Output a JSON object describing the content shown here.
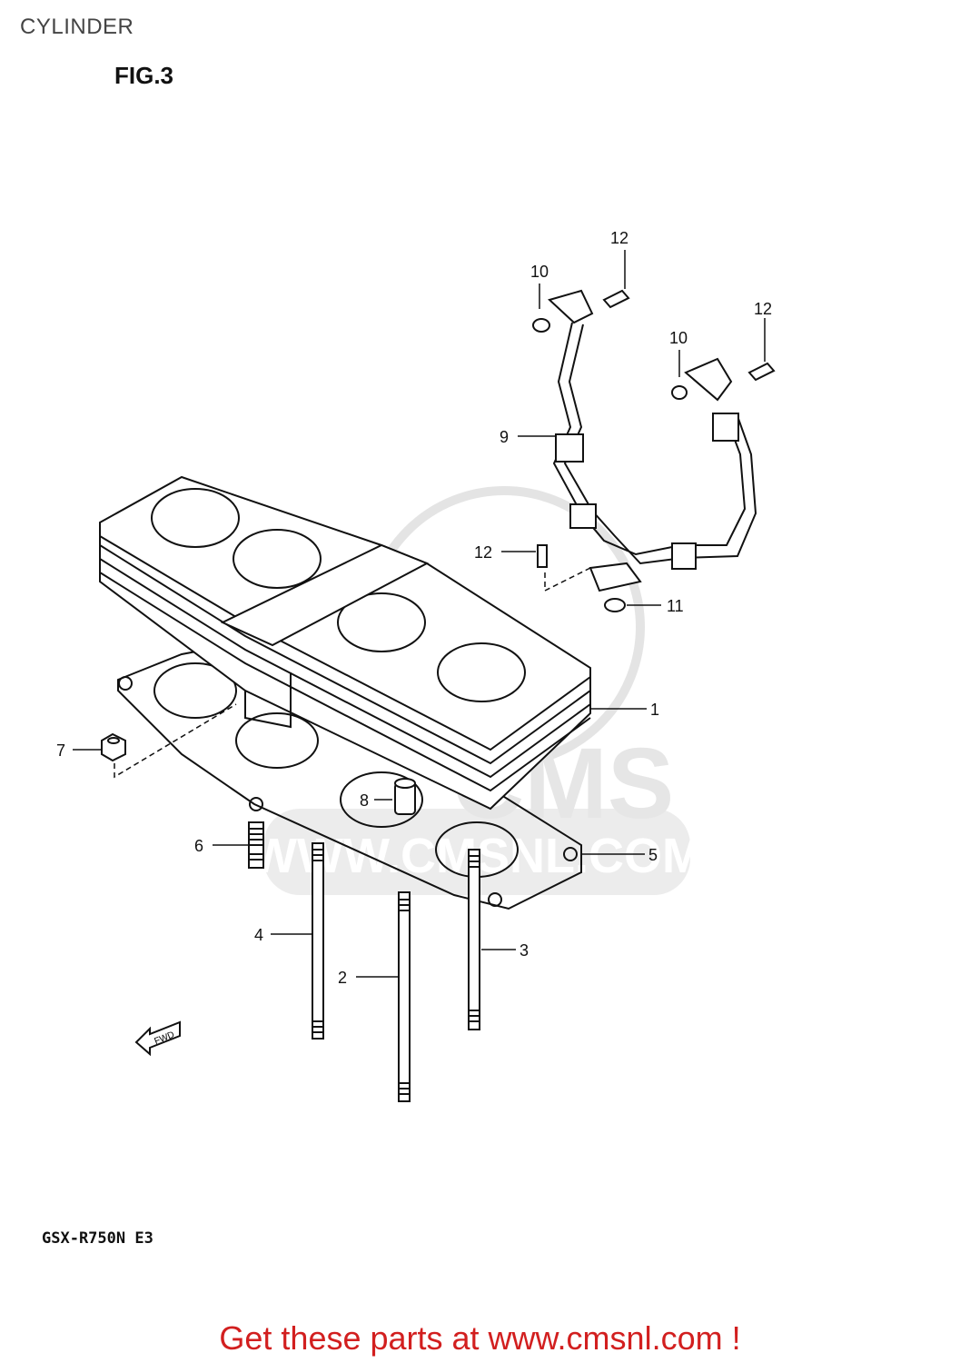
{
  "header": {
    "title": "CYLINDER"
  },
  "figure": {
    "label": "FIG.3"
  },
  "model": {
    "code": "GSX-R750N E3"
  },
  "direction_marker": {
    "text": "FWD"
  },
  "watermark": {
    "url": "WWW.CMSNL.COM",
    "brand": "CMS"
  },
  "callouts": {
    "c1": "1",
    "c2": "2",
    "c3": "3",
    "c4": "4",
    "c5": "5",
    "c6": "6",
    "c7": "7",
    "c8": "8",
    "c9": "9",
    "c10a": "10",
    "c10b": "10",
    "c11": "11",
    "c12a": "12",
    "c12b": "12",
    "c12c": "12"
  },
  "footer": {
    "cta": "Get these parts at www.cmsnl.com !"
  },
  "colors": {
    "cta": "#d21f1f",
    "ink": "#111111",
    "watermark": "#e6e6e6"
  }
}
